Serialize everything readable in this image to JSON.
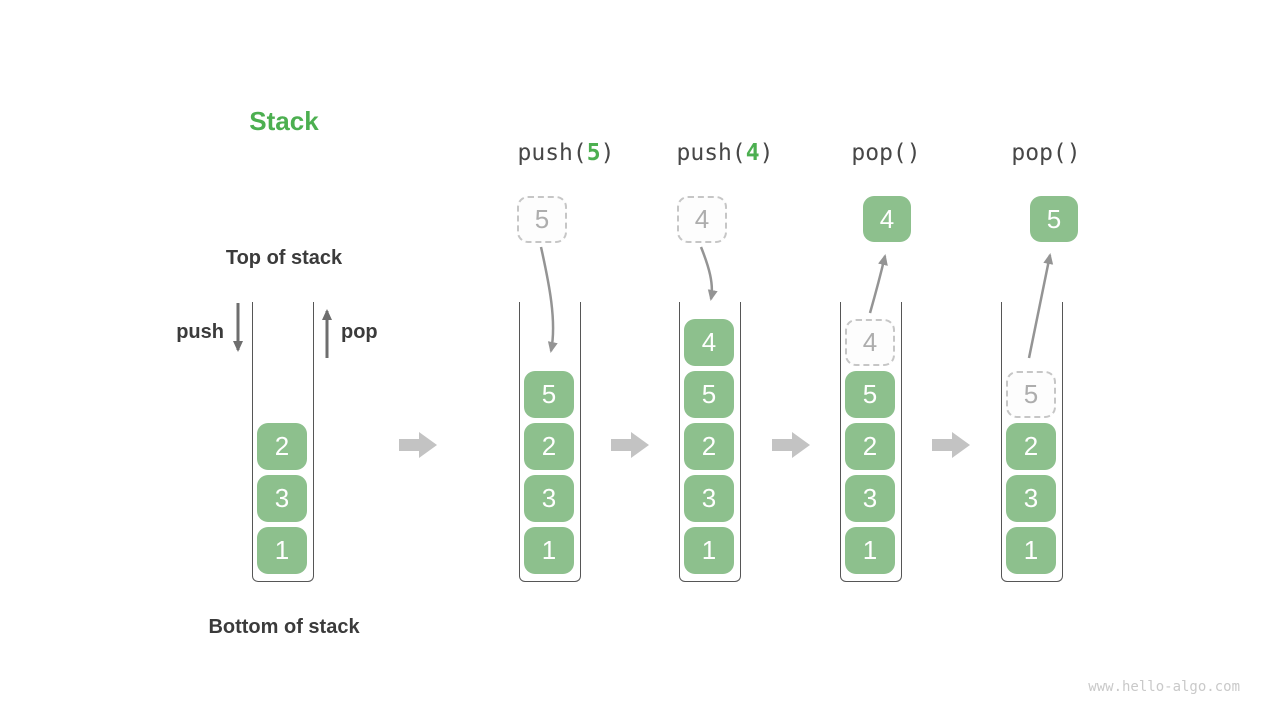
{
  "title": "Stack",
  "labels": {
    "top_of_stack": "Top of stack",
    "bottom_of_stack": "Bottom of stack",
    "push": "push",
    "pop": "pop"
  },
  "operations": [
    {
      "pre": "push(",
      "val": "5",
      "post": ")"
    },
    {
      "pre": "push(",
      "val": "4",
      "post": ")"
    },
    {
      "pre": "pop()",
      "val": "",
      "post": ""
    },
    {
      "pre": "pop()",
      "val": "",
      "post": ""
    }
  ],
  "floating_boxes": [
    {
      "style": "dashed",
      "value": "5"
    },
    {
      "style": "dashed",
      "value": "4"
    },
    {
      "style": "solid",
      "value": "4"
    },
    {
      "style": "solid",
      "value": "5"
    }
  ],
  "stacks": [
    {
      "name": "initial",
      "ghost": null,
      "items": [
        "2",
        "3",
        "1"
      ]
    },
    {
      "name": "after-push-5",
      "ghost": null,
      "items": [
        "5",
        "2",
        "3",
        "1"
      ]
    },
    {
      "name": "after-push-4",
      "ghost": null,
      "items": [
        "4",
        "5",
        "2",
        "3",
        "1"
      ]
    },
    {
      "name": "after-pop-4",
      "ghost": "4",
      "items": [
        "5",
        "2",
        "3",
        "1"
      ]
    },
    {
      "name": "after-pop-5",
      "ghost": "5",
      "items": [
        "2",
        "3",
        "1"
      ]
    }
  ],
  "watermark": "www.hello-algo.com",
  "colors": {
    "accent_green": "#4CAF50",
    "box_green": "#8DC08D",
    "text_dark": "#3B3B3B",
    "block_arrow_gray": "#C3C3C3",
    "curve_arrow_gray": "#949494",
    "straight_arrow_gray": "#6E6E6E",
    "wall_gray": "#565656",
    "ghost_gray": "#ADADAD"
  }
}
